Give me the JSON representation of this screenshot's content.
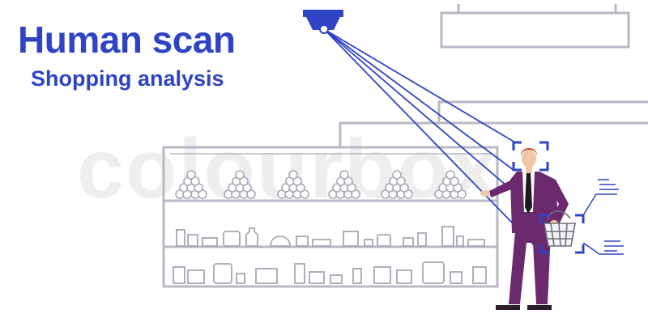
{
  "title": "Human scan",
  "subtitle": "Shopping analysis",
  "watermark": "colourbox",
  "colors": {
    "accent_blue": "#2f44c4",
    "outline_grey": "#b8b8c4",
    "suit_purple": "#6b2a6e",
    "hair": "#c8501e"
  },
  "icons": [
    "security-camera-icon",
    "face-scan-frame-icon",
    "basket-scan-frame-icon",
    "shopping-basket-icon"
  ]
}
